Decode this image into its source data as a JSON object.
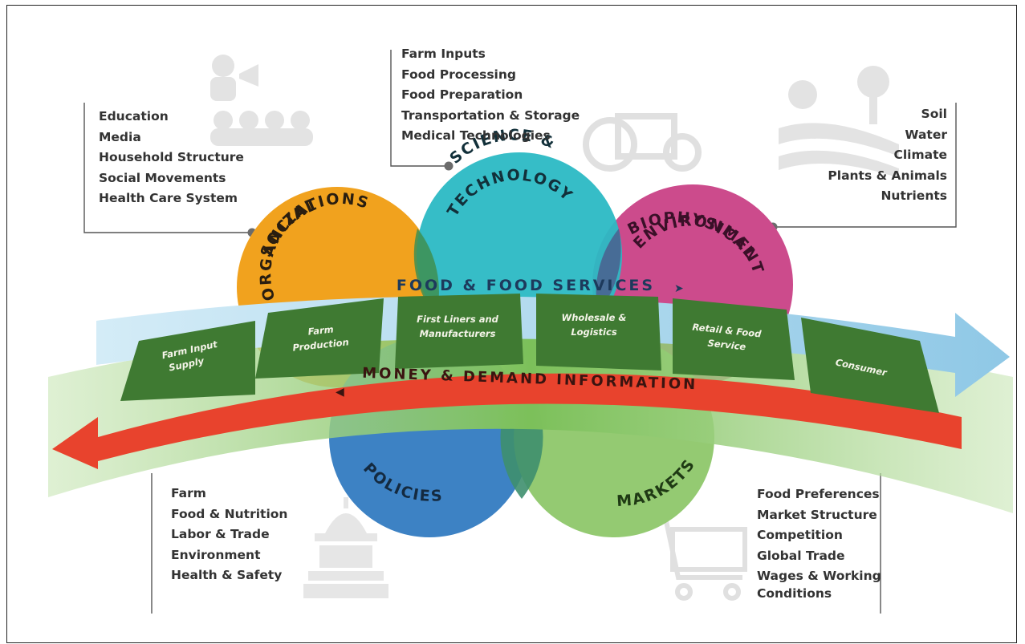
{
  "colors": {
    "social": "#f1a21e",
    "science": "#2bb9c4",
    "biophysical": "#cc4b8c",
    "policies": "#3d82c4",
    "markets": "#8ec66a",
    "food_band": "#9fd0ea",
    "money_band": "#e8432d",
    "green_band": "#74bd52",
    "stage_box": "#3f7a32",
    "connector": "#666666"
  },
  "circles": {
    "social": "SOCIAL ORGANIZATIONS",
    "social_line1": "SOCIAL",
    "social_line2": "ORGANIZATIONS",
    "science_line1": "SCIENCE &",
    "science_line2": "TECHNOLOGY",
    "biophysical_line1": "BIOPHYSICAL",
    "biophysical_line2": "ENVIRONMENT",
    "policies": "POLICIES",
    "markets": "MARKETS"
  },
  "flows": {
    "food": "FOOD & FOOD SERVICES",
    "money": "MONEY & DEMAND INFORMATION"
  },
  "stages": [
    {
      "line1": "Farm Input",
      "line2": "Supply"
    },
    {
      "line1": "Farm",
      "line2": "Production"
    },
    {
      "line1": "First Liners and",
      "line2": "Manufacturers"
    },
    {
      "line1": "Wholesale &",
      "line2": "Logistics"
    },
    {
      "line1": "Retail & Food",
      "line2": "Service"
    },
    {
      "line1": "Consumer",
      "line2": ""
    }
  ],
  "lists": {
    "social": [
      "Education",
      "Media",
      "Household Structure",
      "Social Movements",
      "Health Care System"
    ],
    "science": [
      "Farm Inputs",
      "Food Processing",
      "Food Preparation",
      "Transportation & Storage",
      "Medical Technologies"
    ],
    "biophysical": [
      "Soil",
      "Water",
      "Climate",
      "Plants & Animals",
      "Nutrients"
    ],
    "policies": [
      "Farm",
      "Food & Nutrition",
      "Labor & Trade",
      "Environment",
      "Health & Safety"
    ],
    "markets": [
      "Food Preferences",
      "Market Structure",
      "Competition",
      "Global Trade",
      "Wages & Working",
      "Conditions"
    ]
  },
  "icons": {
    "social": "people-megaphone-icon",
    "science": "tractor-icon",
    "biophysical": "sun-tree-field-icon",
    "policies": "capitol-building-icon",
    "markets": "shopping-cart-icon"
  }
}
